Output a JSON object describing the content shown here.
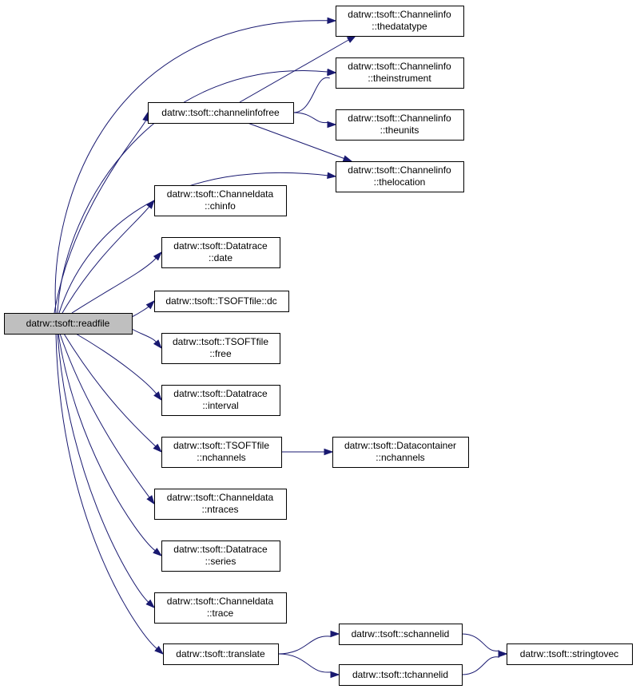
{
  "diagram": {
    "nodes": [
      {
        "id": "readfile",
        "lines": [
          "datrw::tsoft::readfile"
        ],
        "root": true
      },
      {
        "id": "channelinfofree",
        "lines": [
          "datrw::tsoft::channelinfofree"
        ]
      },
      {
        "id": "thedatatype",
        "lines": [
          "datrw::tsoft::Channelinfo",
          "::thedatatype"
        ]
      },
      {
        "id": "theinstrument",
        "lines": [
          "datrw::tsoft::Channelinfo",
          "::theinstrument"
        ]
      },
      {
        "id": "theunits",
        "lines": [
          "datrw::tsoft::Channelinfo",
          "::theunits"
        ]
      },
      {
        "id": "thelocation",
        "lines": [
          "datrw::tsoft::Channelinfo",
          "::thelocation"
        ]
      },
      {
        "id": "chinfo",
        "lines": [
          "datrw::tsoft::Channeldata",
          "::chinfo"
        ]
      },
      {
        "id": "date",
        "lines": [
          "datrw::tsoft::Datatrace",
          "::date"
        ]
      },
      {
        "id": "dc",
        "lines": [
          "datrw::tsoft::TSOFTfile::dc"
        ]
      },
      {
        "id": "free",
        "lines": [
          "datrw::tsoft::TSOFTfile",
          "::free"
        ]
      },
      {
        "id": "interval",
        "lines": [
          "datrw::tsoft::Datatrace",
          "::interval"
        ]
      },
      {
        "id": "nchannels",
        "lines": [
          "datrw::tsoft::TSOFTfile",
          "::nchannels"
        ]
      },
      {
        "id": "dc_nchannels",
        "lines": [
          "datrw::tsoft::Datacontainer",
          "::nchannels"
        ]
      },
      {
        "id": "ntraces",
        "lines": [
          "datrw::tsoft::Channeldata",
          "::ntraces"
        ]
      },
      {
        "id": "series",
        "lines": [
          "datrw::tsoft::Datatrace",
          "::series"
        ]
      },
      {
        "id": "trace",
        "lines": [
          "datrw::tsoft::Channeldata",
          "::trace"
        ]
      },
      {
        "id": "translate",
        "lines": [
          "datrw::tsoft::translate"
        ]
      },
      {
        "id": "schannelid",
        "lines": [
          "datrw::tsoft::schannelid"
        ]
      },
      {
        "id": "tchannelid",
        "lines": [
          "datrw::tsoft::tchannelid"
        ]
      },
      {
        "id": "stringtovec",
        "lines": [
          "datrw::tsoft::stringtovec"
        ]
      }
    ],
    "edges": [
      {
        "from": "readfile",
        "to": "channelinfofree"
      },
      {
        "from": "readfile",
        "to": "thedatatype"
      },
      {
        "from": "readfile",
        "to": "theinstrument"
      },
      {
        "from": "readfile",
        "to": "thelocation"
      },
      {
        "from": "readfile",
        "to": "chinfo"
      },
      {
        "from": "readfile",
        "to": "date"
      },
      {
        "from": "readfile",
        "to": "dc"
      },
      {
        "from": "readfile",
        "to": "free"
      },
      {
        "from": "readfile",
        "to": "interval"
      },
      {
        "from": "readfile",
        "to": "nchannels"
      },
      {
        "from": "readfile",
        "to": "ntraces"
      },
      {
        "from": "readfile",
        "to": "series"
      },
      {
        "from": "readfile",
        "to": "trace"
      },
      {
        "from": "readfile",
        "to": "translate"
      },
      {
        "from": "channelinfofree",
        "to": "thedatatype"
      },
      {
        "from": "channelinfofree",
        "to": "theinstrument"
      },
      {
        "from": "channelinfofree",
        "to": "theunits"
      },
      {
        "from": "channelinfofree",
        "to": "thelocation"
      },
      {
        "from": "nchannels",
        "to": "dc_nchannels"
      },
      {
        "from": "translate",
        "to": "schannelid"
      },
      {
        "from": "translate",
        "to": "tchannelid"
      },
      {
        "from": "schannelid",
        "to": "stringtovec"
      },
      {
        "from": "tchannelid",
        "to": "stringtovec"
      }
    ],
    "colors": {
      "edge": "#191970",
      "root_fill": "#bfbfbf",
      "node_fill": "#ffffff",
      "node_stroke": "#000000"
    }
  }
}
